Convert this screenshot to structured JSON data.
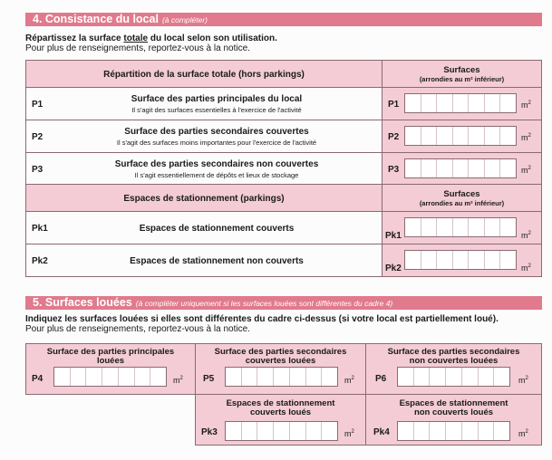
{
  "section4": {
    "number_title": "4.  Consistance du local",
    "subtitle": "(à compléter)",
    "intro_line1_a": "Répartissez la surface ",
    "intro_line1_b": "totale",
    "intro_line1_c": " du local selon son utilisation.",
    "intro_line2": "Pour plus de renseignements, reportez-vous à la notice.",
    "table1_header": "Répartition de la surface totale (hors parkings)",
    "surfaces_header": "Surfaces",
    "surfaces_sub": "(arrondies au m² inférieur)",
    "rows": [
      {
        "code": "P1",
        "title": "Surface des parties principales du local",
        "note": "Il s'agit des surfaces essentielles à l'exercice de l'activité",
        "box_label": "P1",
        "unit": "m"
      },
      {
        "code": "P2",
        "title": "Surface des parties secondaires couvertes",
        "note": "Il s'agit des surfaces moins importantes pour l'exercice de l'activité",
        "box_label": "P2",
        "unit": "m"
      },
      {
        "code": "P3",
        "title": "Surface des parties secondaires non couvertes",
        "note": "Il s'agit essentiellement de dépôts et lieux de stockage",
        "box_label": "P3",
        "unit": "m"
      }
    ],
    "table2_header": "Espaces de stationnement (parkings)",
    "parking_rows": [
      {
        "code": "Pk1",
        "title": "Espaces de stationnement couverts",
        "box_label": "Pk1",
        "unit": "m"
      },
      {
        "code": "Pk2",
        "title": "Espaces de stationnement non couverts",
        "box_label": "Pk2",
        "unit": "m"
      }
    ],
    "unit_exp": "2"
  },
  "section5": {
    "number_title": "5.  Surfaces louées",
    "subtitle": "(à compléter uniquement si les surfaces louées sont différentes du cadre 4)",
    "intro_line1": "Indiquez les surfaces louées si elles sont différentes du cadre ci-dessus (si votre local est partiellement loué).",
    "intro_line2": "Pour plus de renseignements, reportez-vous à la notice.",
    "cells": [
      {
        "title1": "Surface des parties principales",
        "title2": "louées",
        "label": "P4",
        "unit": "m"
      },
      {
        "title1": "Surface des parties secondaires",
        "title2": "couvertes louées",
        "label": "P5",
        "unit": "m"
      },
      {
        "title1": "Surface des parties secondaires",
        "title2": "non couvertes louées",
        "label": "P6",
        "unit": "m"
      },
      {
        "title1": "Espaces de stationnement",
        "title2": "couverts loués",
        "label": "Pk3",
        "unit": "m"
      },
      {
        "title1": "Espaces de stationnement",
        "title2": "non couverts loués",
        "label": "Pk4",
        "unit": "m"
      }
    ]
  }
}
